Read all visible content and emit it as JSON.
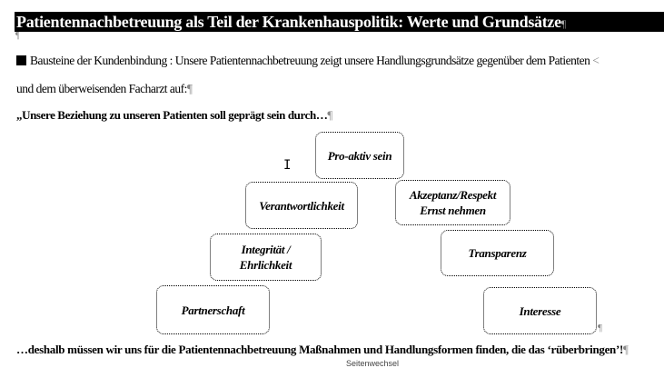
{
  "title": "Patientennachbetreuung als Teil der Krankenhauspolitik: Werte und Grundsätze",
  "pilcrow": "¶",
  "para1": "Bausteine der Kundenbindung : Unsere Patientennachbetreuung zeigt unsere Handlungsgrundsätze gegenüber dem Patienten",
  "para2": "und dem überweisenden Facharzt auf:",
  "para3": "„Unsere Beziehung zu unseren Patienten soll geprägt sein durch…",
  "diagram": {
    "pro_aktiv": "Pro-aktiv sein",
    "verantwortlichkeit": "Verantwortlichkeit",
    "akzeptanz_1": "Akzeptanz/Respekt",
    "akzeptanz_2": "Ernst nehmen",
    "integritaet_1": "Integrität /",
    "integritaet_2": "Ehrlichkeit",
    "transparenz": "Transparenz",
    "partnerschaft": "Partnerschaft",
    "interesse": "Interesse"
  },
  "para4": "…deshalb müssen wir uns für die Patientennachbetreuung Maßnahmen und Handlungsformen finden, die das ‘rüberbringen’!",
  "page_break": "Seitenwechsel"
}
